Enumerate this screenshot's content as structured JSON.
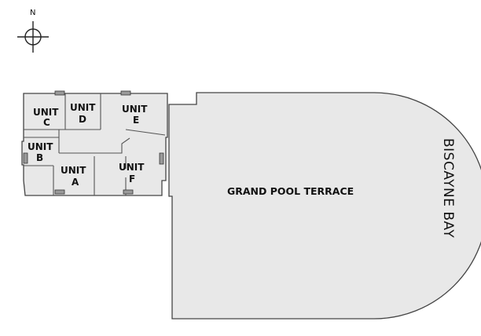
{
  "compass": {
    "north_label": "N"
  },
  "units": [
    {
      "name": "UNIT",
      "letter": "C"
    },
    {
      "name": "UNIT",
      "letter": "D"
    },
    {
      "name": "UNIT",
      "letter": "E"
    },
    {
      "name": "UNIT",
      "letter": "B"
    },
    {
      "name": "UNIT",
      "letter": "A"
    },
    {
      "name": "UNIT",
      "letter": "F"
    }
  ],
  "terrace": {
    "label": "GRAND POOL TERRACE"
  },
  "bay": {
    "label": "BISCAYNE BAY"
  },
  "colors": {
    "fill": "#e8e8e8",
    "outline": "#444444",
    "window": "#9a9a9a"
  }
}
